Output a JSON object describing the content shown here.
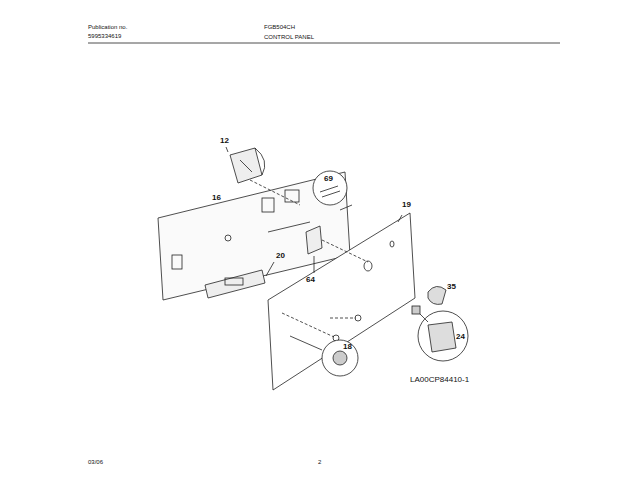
{
  "diagram": {
    "title": "CONTROL PANEL",
    "labels": [
      "Publication no.",
      "5995334619",
      "FGB504CH",
      "12",
      "16",
      "69",
      "19",
      "20",
      "64",
      "35",
      "24",
      "18",
      "LA00CP84410-1",
      "03/06",
      "2"
    ]
  }
}
